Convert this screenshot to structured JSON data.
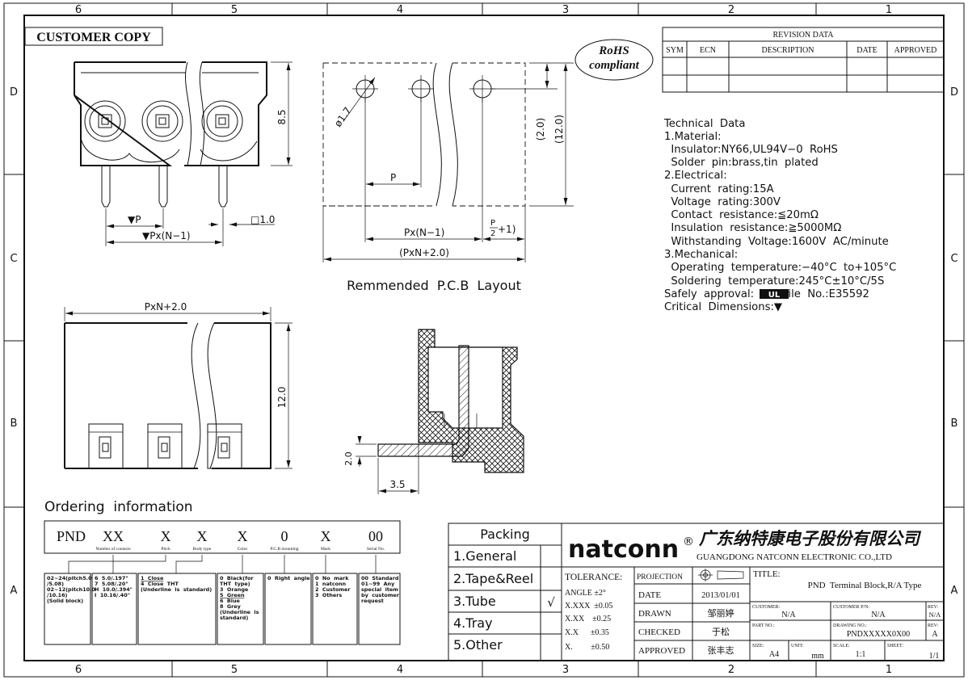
{
  "border": {
    "columns": [
      "6",
      "5",
      "4",
      "3",
      "2",
      "1"
    ],
    "rows": [
      "D",
      "C",
      "B",
      "A"
    ]
  },
  "stamp": "CUSTOMER COPY",
  "rohs": {
    "line1": "RoHS",
    "line2": "compliant"
  },
  "revision": {
    "title": "REVISION DATA",
    "headers": [
      "SYM",
      "ECN",
      "DESCRIPTION",
      "DATE",
      "APPROVED"
    ]
  },
  "technical": {
    "lines": [
      "Technical  Data",
      "1.Material:",
      "  Insulator:NY66,UL94V−0  RoHS",
      "  Solder  pin:brass,tin  plated",
      "2.Electrical:",
      "  Current  rating:15A",
      "  Voltage  rating:300V",
      "  Contact  resistance:≦20mΩ",
      "  Insulation  resistance:≧5000MΩ",
      "  Withstanding  Voltage:1600V  AC/minute",
      "3.Mechanical:",
      "  Operating  temperature:−40°C  to+105°C",
      "  Soldering  temperature:245°C±10°C/5S",
      "Safely  approval:        ,file  No.:E35592",
      "Critical  Dimensions:▼"
    ],
    "ul_mark": "UL"
  },
  "dims": {
    "front_height": "8.5",
    "pitch_p": "▼P",
    "pitch_span": "▼Px(N−1)",
    "pin_square": "□1.0",
    "hole_dia": "ø1.7",
    "layout_p": "P",
    "layout_2": "(2.0)",
    "layout_12": "(12.0)",
    "layout_span": "Px(N−1)",
    "layout_half": "P",
    "layout_half_den": "2",
    "layout_half_tail": "+1)",
    "layout_total": "(PxN+2.0)",
    "layout_caption": "Remmended  P.C.B  Layout",
    "bottom_width": "PxN+2.0",
    "bottom_height": "12.0",
    "side_pin": "2.0",
    "side_len": "3.5"
  },
  "ordering": {
    "title": "Ordering  information",
    "code": [
      "PND",
      "XX",
      "X",
      "X",
      "X",
      "0",
      "X",
      "00"
    ],
    "sublabels": [
      "Number of contacts",
      "Pitch",
      "Body type",
      "Color",
      "P.C.B mounting",
      "Mark",
      "Serial No."
    ],
    "boxes": [
      [
        "02~24(pitch5.0",
        "/5.08)",
        "02~12(pitch10.0",
        "/10.16)",
        "(Solid block)"
      ],
      [
        "6  5.0/.197\"",
        "7  5.08/.20\"",
        "H  10.0/.394\"",
        "I  10.16/.40\""
      ],
      [
        "1  Close",
        "4  Close  THT",
        "(Underline  is  standard)"
      ],
      [
        "0  Black(for",
        "THT  type)",
        "3  Orange",
        "5  Green",
        "6  Blue",
        "8  Grey",
        "(Underline  is",
        "standard)"
      ],
      [
        "0  Right  angle"
      ],
      [
        "0  No  mark",
        "1  natconn",
        "2  Customer",
        "3  Others"
      ],
      [
        "00  Standard",
        "01~99  Any",
        "special  item",
        "by  customer",
        "request"
      ]
    ]
  },
  "packing": {
    "title": "Packing",
    "items": [
      "1.General",
      "2.Tape&Reel",
      "3.Tube",
      "4.Tray",
      "5.Other"
    ],
    "checks": [
      "",
      "",
      "√",
      "",
      ""
    ]
  },
  "title_block": {
    "brand": "natconn",
    "reg": "®",
    "company_cn": "广东纳特康电子股份有限公司",
    "company_en": "GUANGDONG NATCONN ELECTRONIC CO.,LTD",
    "tolerance_title": "TOLERANCE:",
    "tolerances": [
      "ANGLE ±2°",
      "X.XXX  ±0.05",
      "X.XX    ±0.25",
      "X.X      ±0.35",
      "X.         ±0.50"
    ],
    "projection": "PROJECTION",
    "date_label": "DATE",
    "date_value": "2013/01/01",
    "drawn_label": "DRAWN",
    "drawn_value": "邹丽婷",
    "checked_label": "CHECKED",
    "checked_value": "于松",
    "approved_label": "APPROVED",
    "approved_value": "张丰志",
    "title_label": "TITLE:",
    "title_value": "PND  Terminal Block,R/A Type",
    "customer_label": "CUSTOMER:",
    "customer_value": "N/A",
    "customer_pn_label": "CUSTOMER P/N:",
    "customer_pn_value": "N/A",
    "rev_label": "REV:",
    "rev_value_1": "N/A",
    "part_no_label": "PART NO.:",
    "drawing_no_label": "DRAWING NO.:",
    "drawing_no_value": "PNDXXXXX0X00",
    "rev_value_2": "A",
    "size_label": "SIZE:",
    "size_value": "A4",
    "unit_label": "UNIT:",
    "unit_value": "mm",
    "scale_label": "SCALE:",
    "scale_value": "1:1",
    "sheet_label": "SHEET:",
    "sheet_value": "1/1"
  }
}
